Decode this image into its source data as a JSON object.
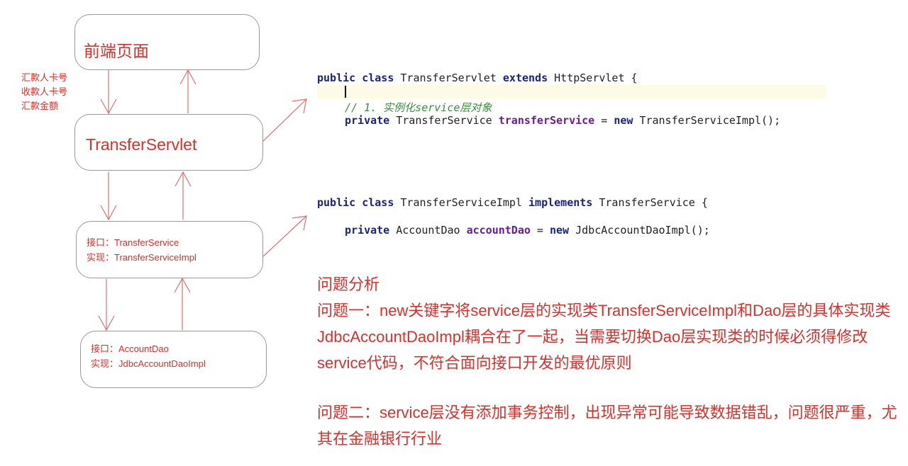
{
  "flow": {
    "frontend": "前端页面",
    "params": [
      "汇款人卡号",
      "收款人卡号",
      "汇款金额"
    ],
    "servlet": "TransferServlet",
    "service": {
      "interface": "接口：TransferService",
      "impl": "实现：TransferServiceImpl"
    },
    "dao": {
      "interface": "接口：AccountDao",
      "impl": "实现：JdbcAccountDaoImpl"
    }
  },
  "code1": {
    "kw_public": "public",
    "kw_class": "class",
    "name": "TransferServlet",
    "kw_extends": "extends",
    "parent": "HttpServlet {",
    "comment": "// 1. 实例化service层对象",
    "kw_private": "private",
    "type": "TransferService",
    "field": "transferService",
    "eq": " = ",
    "kw_new": "new",
    "init": "TransferServiceImpl();"
  },
  "code2": {
    "kw_public": "public",
    "kw_class": "class",
    "name": "TransferServiceImpl",
    "kw_implements": "implements",
    "parent": "TransferService {",
    "kw_private": "private",
    "type": "AccountDao",
    "field": "accountDao",
    "eq": " = ",
    "kw_new": "new",
    "init": "JdbcAccountDaoImpl();"
  },
  "analysis": {
    "title": "问题分析",
    "p1": "问题一：new关键字将service层的实现类TransferServiceImpl和Dao层的具体实现类JdbcAccountDaoImpl耦合在了一起，当需要切换Dao层实现类的时候必须得修改service代码，不符合面向接口开发的最优原则",
    "p2": "问题二：service层没有添加事务控制，出现异常可能导致数据错乱，问题很严重，尤其在金融银行行业"
  }
}
